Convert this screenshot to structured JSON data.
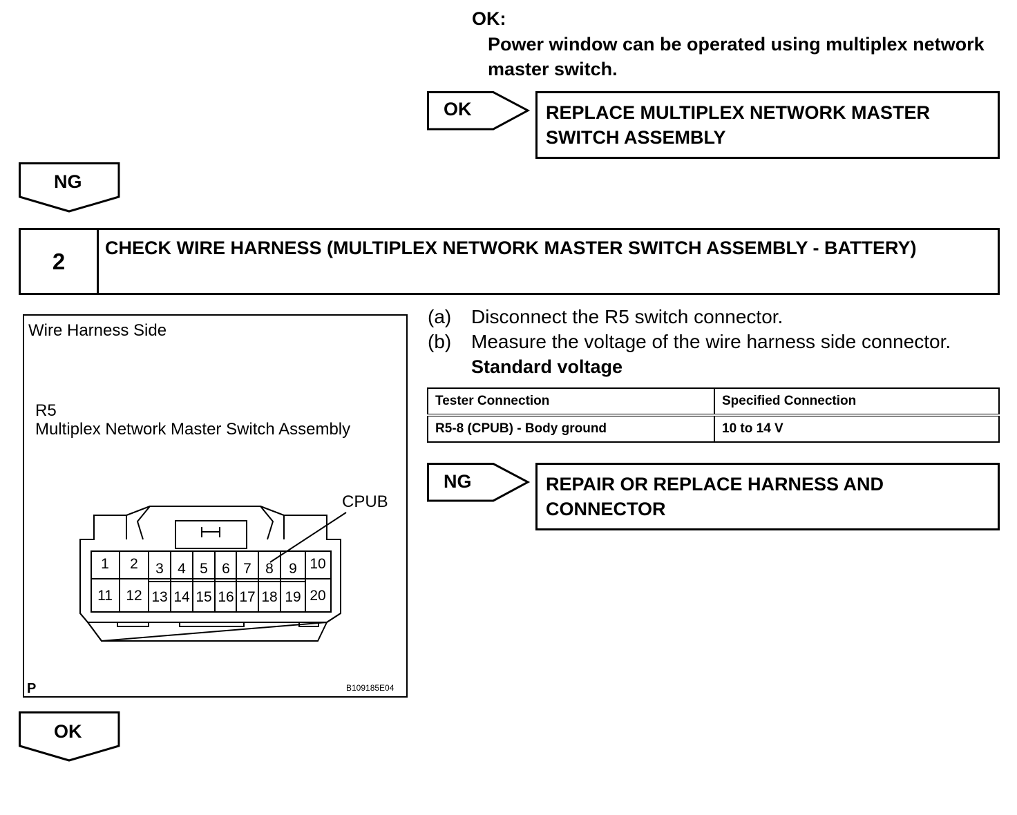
{
  "ok_condition": {
    "title": "OK:",
    "text": "Power window can be operated using multiplex network master switch."
  },
  "ok_flow": {
    "label": "OK",
    "result": "REPLACE MULTIPLEX NETWORK MASTER SWITCH ASSEMBLY"
  },
  "ng_down": {
    "label": "NG"
  },
  "step": {
    "number": "2",
    "title": "CHECK WIRE HARNESS (MULTIPLEX NETWORK MASTER SWITCH ASSEMBLY - BATTERY)"
  },
  "figure": {
    "heading": "Wire Harness Side",
    "connector_id": "R5",
    "connector_name": "Multiplex Network Master Switch Assembly",
    "callout": "CPUB",
    "pins_top": [
      "1",
      "2",
      "3",
      "4",
      "5",
      "6",
      "7",
      "8",
      "9",
      "10"
    ],
    "pins_bottom": [
      "11",
      "12",
      "13",
      "14",
      "15",
      "16",
      "17",
      "18",
      "19",
      "20"
    ],
    "corner_label": "P",
    "figure_code": "B109185E04"
  },
  "instructions": [
    {
      "marker": "(a)",
      "text": "Disconnect the R5 switch connector."
    },
    {
      "marker": "(b)",
      "text": "Measure the voltage of the wire harness side connector."
    }
  ],
  "standard_label": "Standard voltage",
  "spec_table": {
    "headers": [
      "Tester Connection",
      "Specified Connection"
    ],
    "rows": [
      [
        "R5-8 (CPUB) - Body ground",
        "10 to 14 V"
      ]
    ]
  },
  "ng_flow": {
    "label": "NG",
    "result": "REPAIR OR REPLACE HARNESS AND CONNECTOR"
  },
  "ok_down": {
    "label": "OK"
  }
}
